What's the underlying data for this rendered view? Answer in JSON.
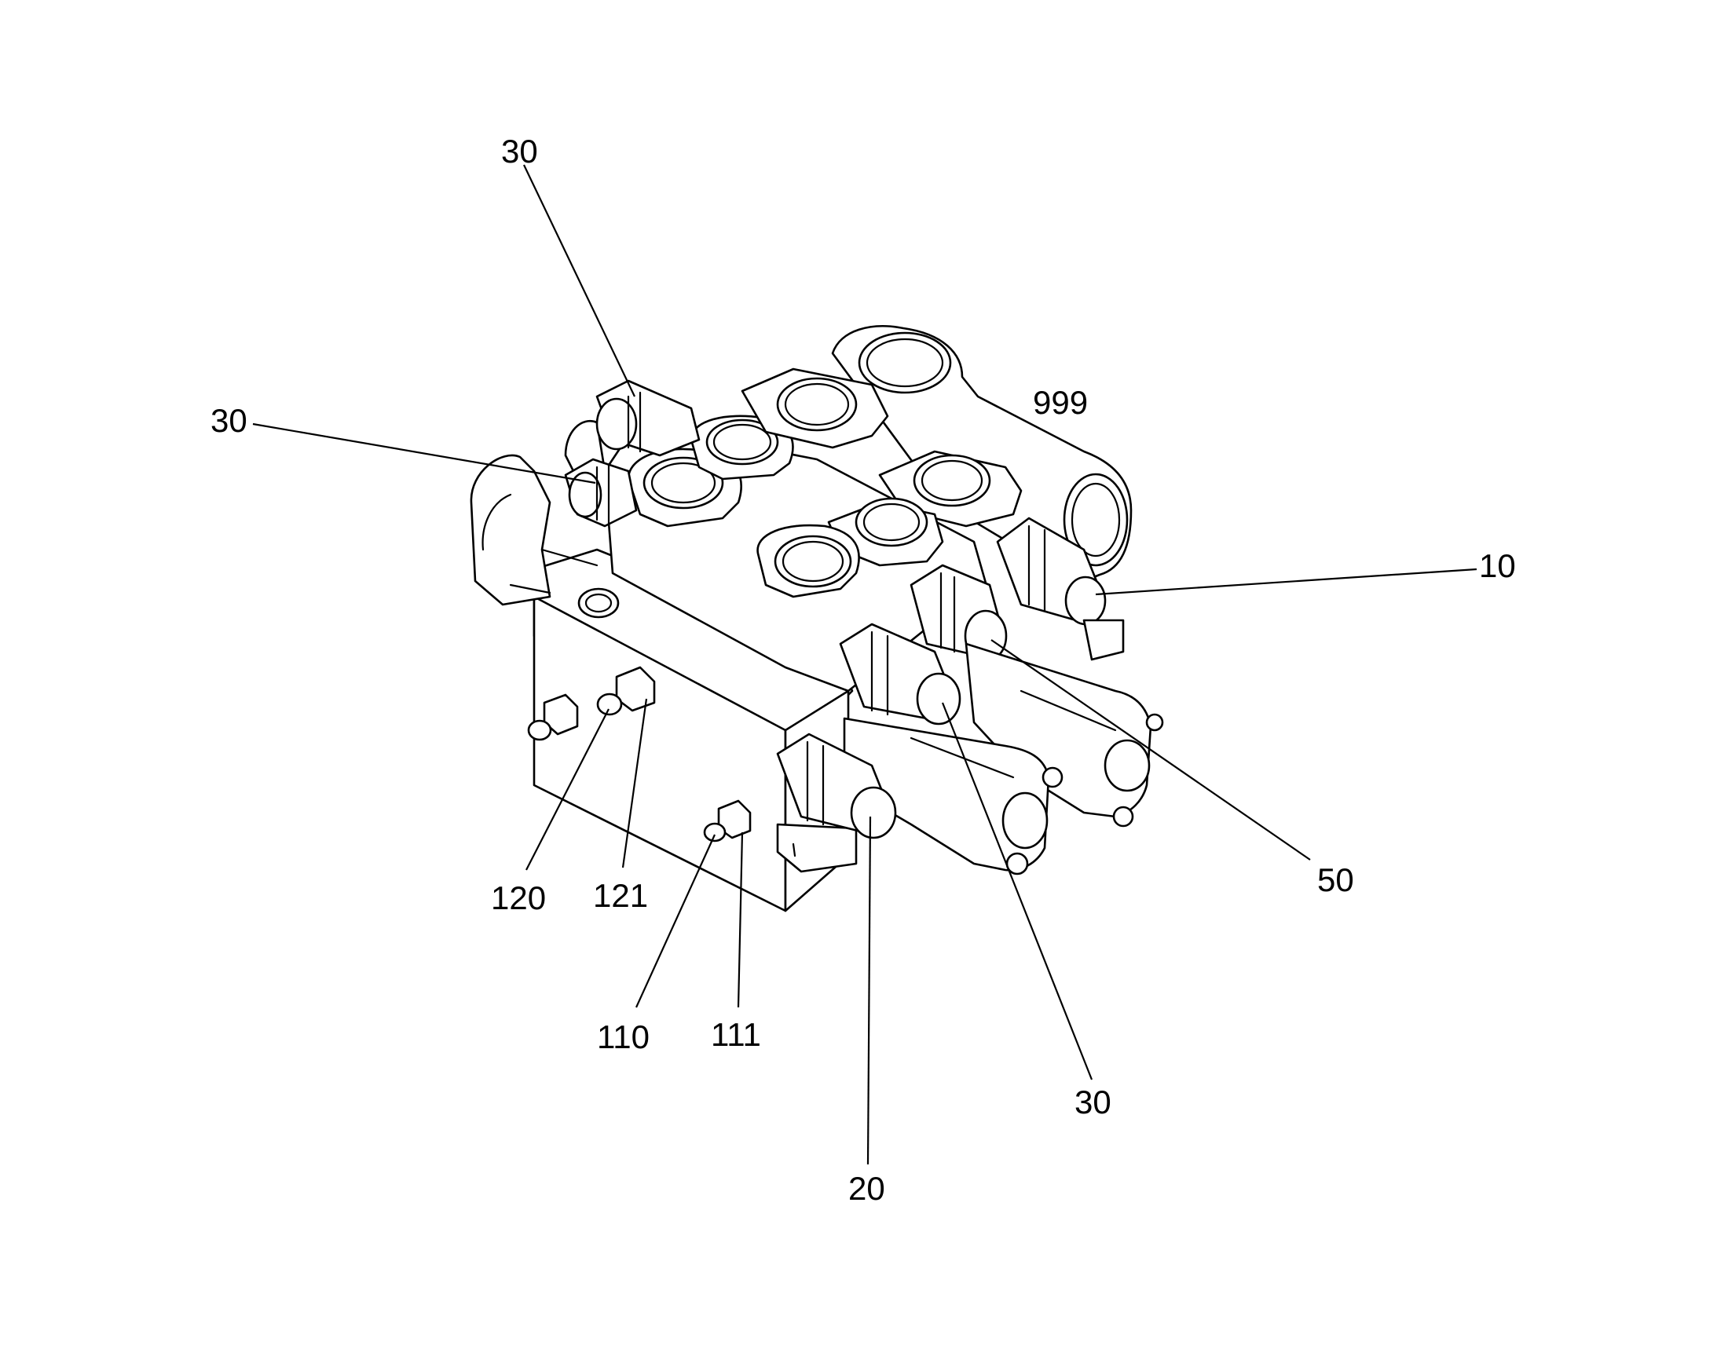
{
  "diagram": {
    "assembly_label": "999",
    "callouts": [
      {
        "id": "c30-top",
        "text": "30"
      },
      {
        "id": "c30-left",
        "text": "30"
      },
      {
        "id": "c10",
        "text": "10"
      },
      {
        "id": "c50",
        "text": "50"
      },
      {
        "id": "c30-bottom",
        "text": "30"
      },
      {
        "id": "c20",
        "text": "20"
      },
      {
        "id": "c120",
        "text": "120"
      },
      {
        "id": "c121",
        "text": "121"
      },
      {
        "id": "c110",
        "text": "110"
      },
      {
        "id": "c111",
        "text": "111"
      }
    ]
  }
}
